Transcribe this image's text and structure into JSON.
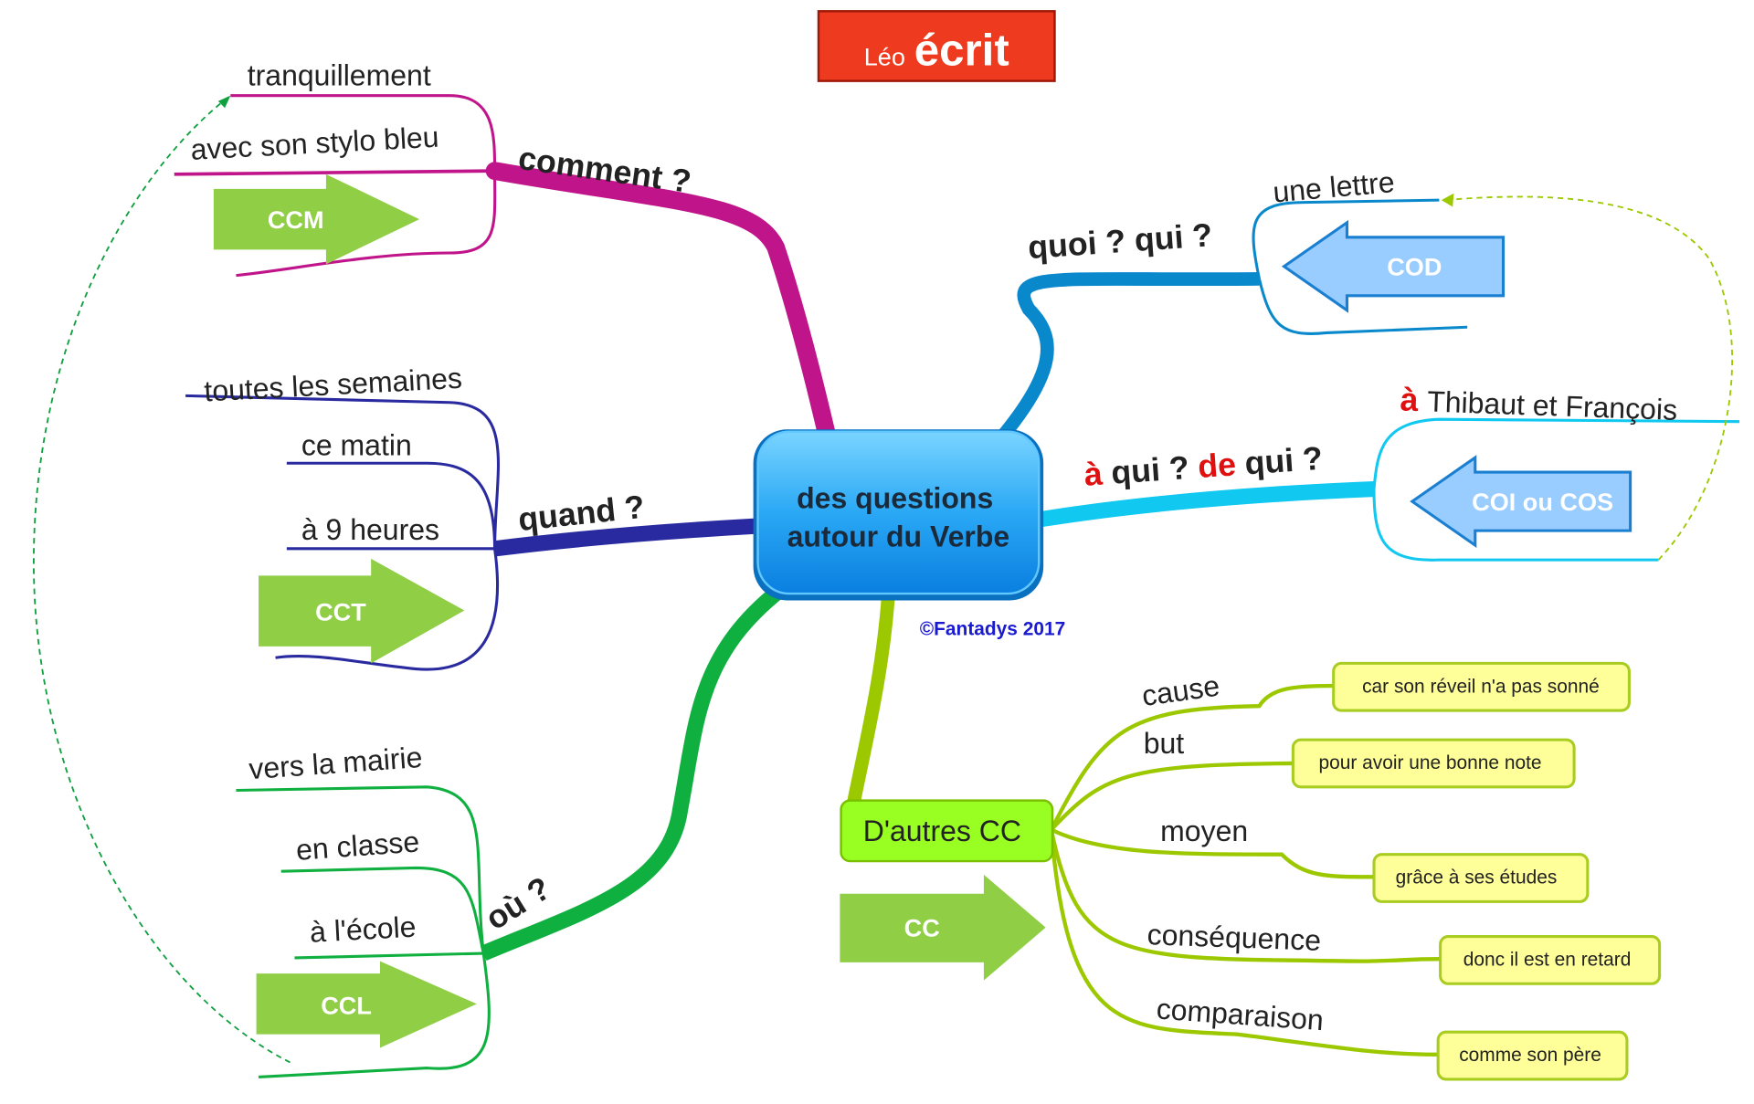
{
  "title": {
    "subject": "Léo",
    "verb": "écrit",
    "color": "#ee3a1e"
  },
  "center": {
    "line1": "des questions",
    "line2": "autour du Verbe",
    "color": "#1a9ff0"
  },
  "copyright": "©Fantadys 2017",
  "branches": {
    "comment": {
      "question": "comment ?",
      "color": "#c0158a",
      "items": [
        "tranquillement",
        "avec son stylo bleu"
      ],
      "tag": "CCM"
    },
    "quand": {
      "question": "quand ?",
      "color": "#2a2aa0",
      "items": [
        "toutes les semaines",
        "ce matin",
        "à 9 heures"
      ],
      "tag": "CCT"
    },
    "ou": {
      "question": "où ?",
      "color": "#10b040",
      "items": [
        "vers la mairie",
        "en classe",
        "à l'école"
      ],
      "tag": "CCL"
    },
    "quoi": {
      "q1": "quoi ?",
      "q2": "qui ?",
      "color": "#0a88cc",
      "items": [
        "une lettre"
      ],
      "tag": "COD"
    },
    "aqui": {
      "a1": "à",
      "q1": "qui ?",
      "de": "de",
      "q2": "qui ?",
      "color": "#10c8f0",
      "item_prefix": "à",
      "item": "Thibaut et François",
      "tag": "COI ou COS"
    },
    "autres": {
      "label": "D'autres CC",
      "color": "#9cc800",
      "tag": "CC",
      "items": [
        {
          "kind": "cause",
          "example": "car son réveil n'a pas sonné"
        },
        {
          "kind": "but",
          "example": "pour avoir une bonne note"
        },
        {
          "kind": "moyen",
          "example": "grâce à ses études"
        },
        {
          "kind": "conséquence",
          "example": "donc il est en retard"
        },
        {
          "kind": "comparaison",
          "example": "comme son père"
        }
      ]
    }
  }
}
